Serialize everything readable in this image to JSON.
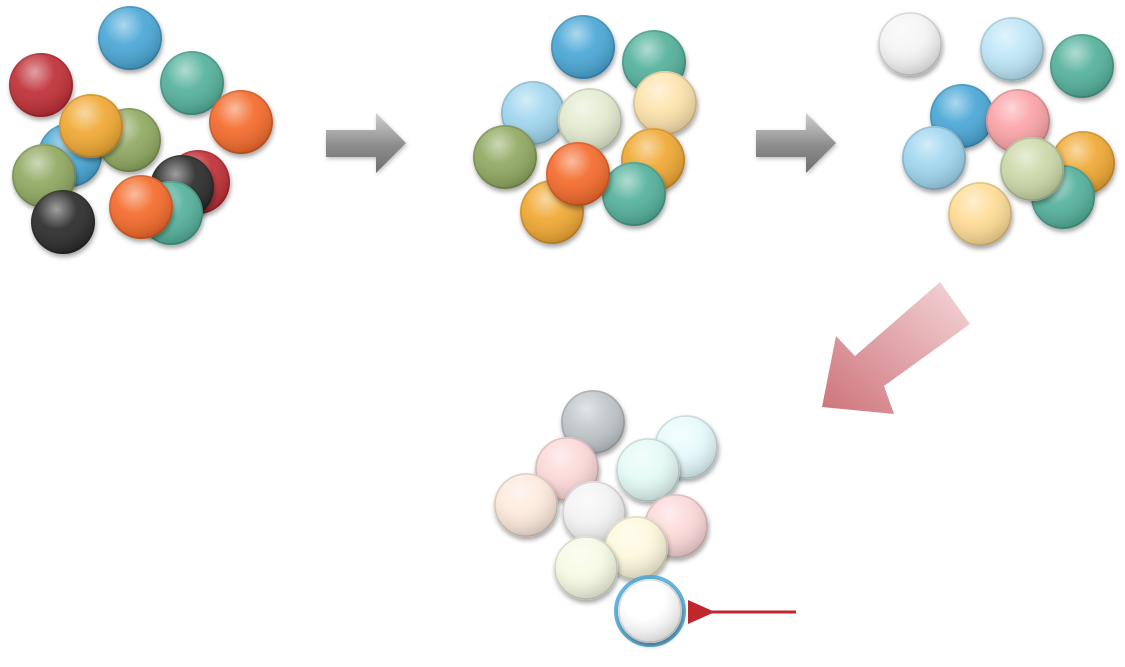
{
  "stages": [
    {
      "id": "mixed",
      "discs": [
        {
          "color": "#4aa7d6"
        },
        {
          "color": "#bf2f35"
        },
        {
          "color": "#52b19b"
        },
        {
          "color": "#f46a2c"
        },
        {
          "color": "#4aa7d6"
        },
        {
          "color": "#8fa861"
        },
        {
          "color": "#f0a832"
        },
        {
          "color": "#8fa861"
        },
        {
          "color": "#bf2f35"
        },
        {
          "color": "#2b2b2b"
        },
        {
          "color": "#52b19b"
        },
        {
          "color": "#f46a2c"
        },
        {
          "color": "#2b2b2b"
        }
      ]
    },
    {
      "id": "lighter",
      "discs": [
        {
          "color": "#4aa7d6"
        },
        {
          "color": "#52b19b"
        },
        {
          "color": "#9fd6ef"
        },
        {
          "color": "#e3ebcf"
        },
        {
          "color": "#fde3ab"
        },
        {
          "color": "#f0a832"
        },
        {
          "color": "#8fa861"
        },
        {
          "color": "#f0a832"
        },
        {
          "color": "#52b19b"
        },
        {
          "color": "#f46a2c"
        }
      ]
    },
    {
      "id": "lightest",
      "discs": [
        {
          "color": "#f4f4f4"
        },
        {
          "color": "#bde6f7"
        },
        {
          "color": "#52b19b"
        },
        {
          "color": "#4aa7d6"
        },
        {
          "color": "#fba3a7"
        },
        {
          "color": "#f0a832"
        },
        {
          "color": "#9fd6ef"
        },
        {
          "color": "#52b19b"
        },
        {
          "color": "#cbd8a8"
        },
        {
          "color": "#fedc95"
        }
      ]
    },
    {
      "id": "pastel",
      "discs": [
        {
          "color": "#c0c6cb"
        },
        {
          "color": "#e6fafc"
        },
        {
          "color": "#fcd8d8"
        },
        {
          "color": "#e4faf6"
        },
        {
          "color": "#fde9dc"
        },
        {
          "color": "#fcd8d8"
        },
        {
          "color": "#f3f3f3"
        },
        {
          "color": "#fdf8dc"
        },
        {
          "color": "#f6fae4"
        },
        {
          "color": "#ffffff",
          "highlighted": true
        }
      ]
    }
  ],
  "arrows": [
    {
      "id": "arrow-stage1-to-stage2",
      "color": "#8c8c8c"
    },
    {
      "id": "arrow-stage2-to-stage3",
      "color": "#8c8c8c"
    },
    {
      "id": "arrow-stage3-to-stage4",
      "color": "#d9858b"
    },
    {
      "id": "pointer-arrow",
      "color": "#c0272d"
    }
  ],
  "colors": {
    "highlight_ring": "#4aa7d6",
    "pointer": "#c0272d"
  }
}
